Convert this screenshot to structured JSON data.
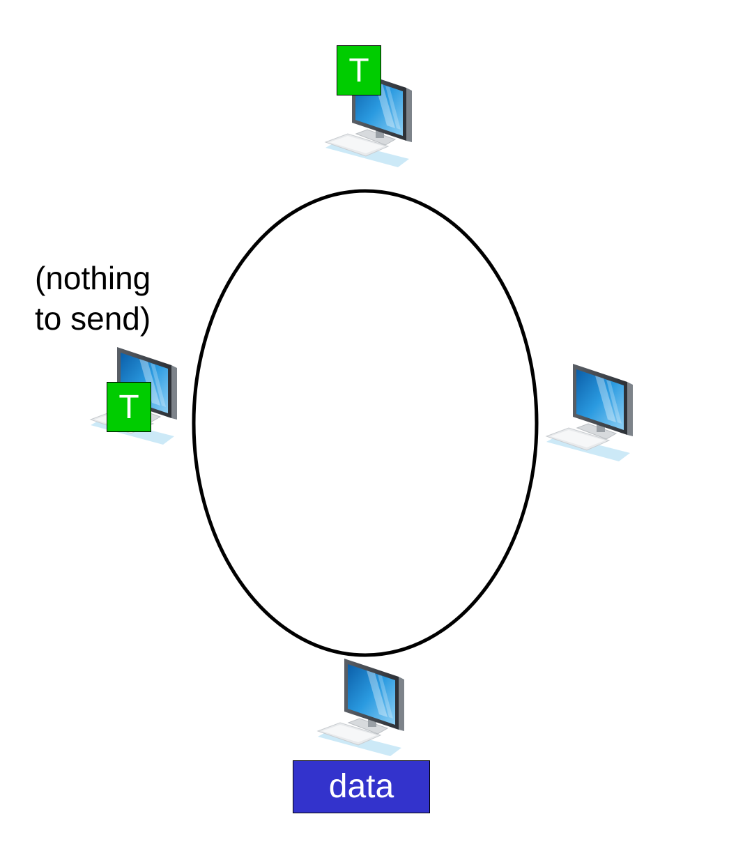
{
  "diagram": {
    "note_line1": "(nothing",
    "note_line2": "to send)",
    "token_label": "T",
    "packet_label": "data"
  },
  "colors": {
    "token": "#00cc00",
    "packet": "#3333cc",
    "ring": "#000000",
    "screen": "#1a8fd6"
  },
  "icons": {
    "computer": "desktop-computer-icon"
  }
}
